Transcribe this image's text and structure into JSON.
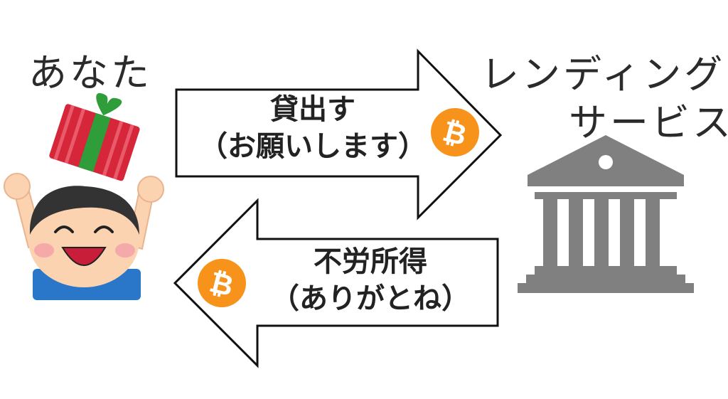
{
  "you": {
    "label": "あなた"
  },
  "service": {
    "label_line1": "レンディング",
    "label_line2": "サービス"
  },
  "lend_arrow": {
    "line1": "貸出す",
    "line2": "（お願いします）"
  },
  "return_arrow": {
    "line1": "不労所得",
    "line2": "（ありがとね）"
  },
  "colors": {
    "bitcoin": "#f7931a",
    "bank": "#808080",
    "gift_red": "#d6263a",
    "gift_ribbon": "#2e9d3a",
    "skin": "#fbd3b0",
    "shirt": "#2a77c9"
  }
}
